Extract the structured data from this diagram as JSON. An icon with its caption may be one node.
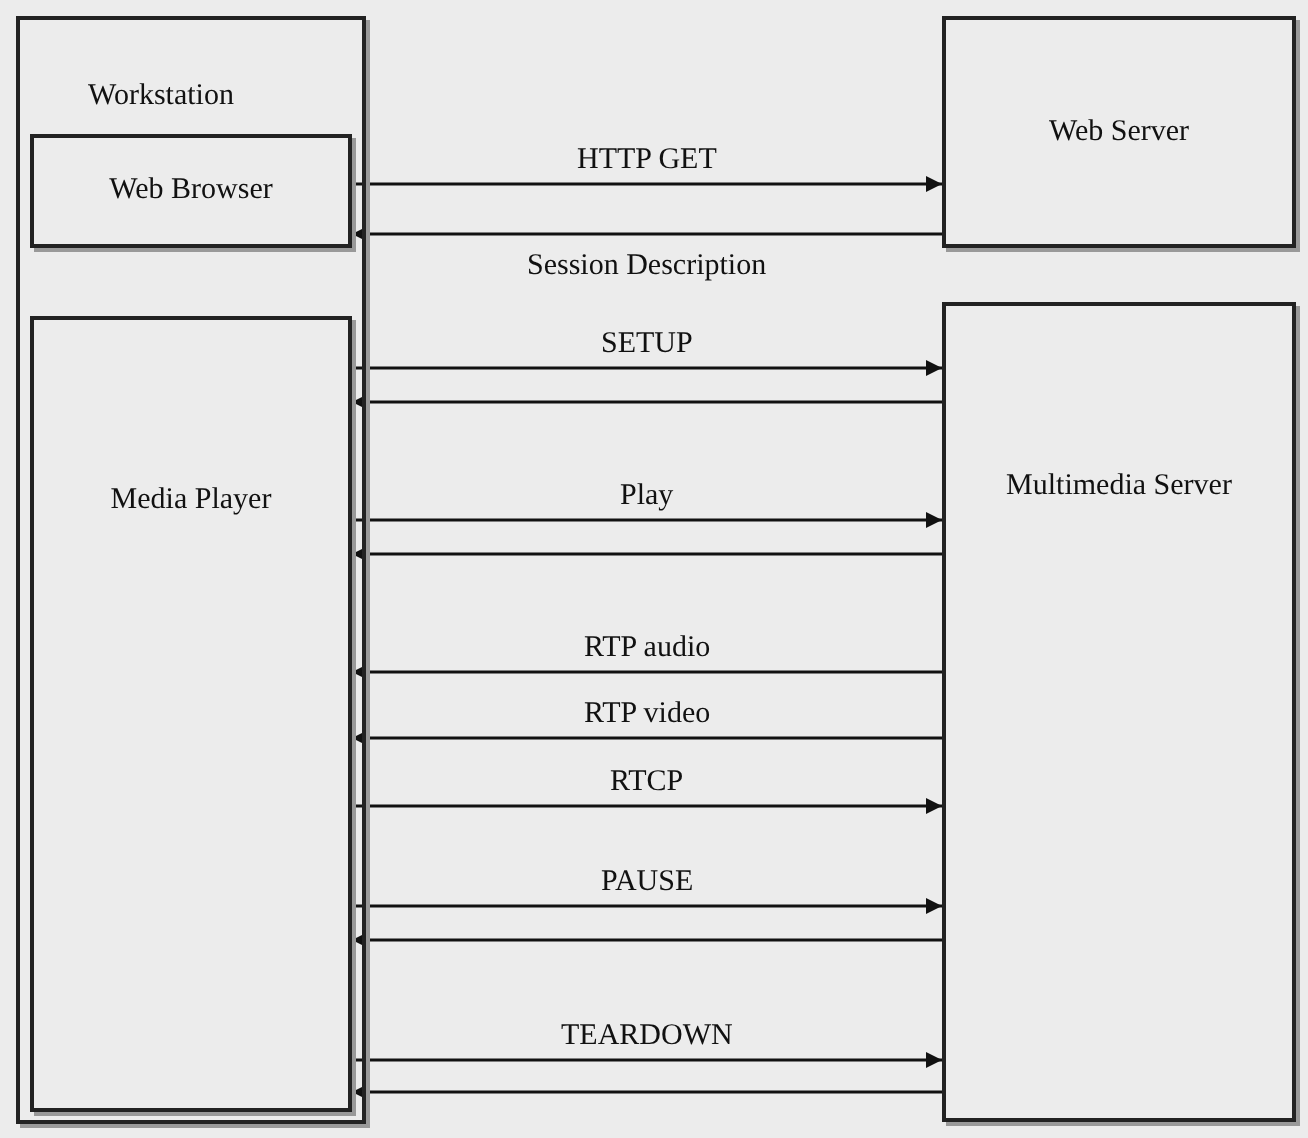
{
  "diagram": {
    "nodes": [
      {
        "text": [
          "Workstation"
        ]
      },
      {
        "text": [
          "Web Browser"
        ],
        "in": 0
      },
      {
        "text": [
          "Media Player"
        ],
        "in": 0
      },
      {
        "text": [
          "Web Server"
        ]
      },
      {
        "text": [
          "Multimedia Server"
        ]
      }
    ],
    "edges": [
      {
        "from": 1,
        "to": 3,
        "arrow": "to",
        "label": "HTTP GET"
      },
      {
        "from": 3,
        "to": 1,
        "arrow": "to",
        "label": "Session Description"
      },
      {
        "from": 2,
        "to": 4,
        "arrow": "to",
        "label": "SETUP"
      },
      {
        "from": 4,
        "to": 2,
        "arrow": "to"
      },
      {
        "from": 2,
        "to": 4,
        "arrow": "to",
        "label": "Play"
      },
      {
        "from": 4,
        "to": 2,
        "arrow": "to"
      },
      {
        "from": 4,
        "to": 2,
        "arrow": "to",
        "label": "RTP audio"
      },
      {
        "from": 4,
        "to": 2,
        "arrow": "to",
        "label": "RTP video"
      },
      {
        "from": 2,
        "to": 4,
        "arrow": "to",
        "label": "RTCP"
      },
      {
        "from": 2,
        "to": 4,
        "arrow": "to",
        "label": "PAUSE"
      },
      {
        "from": 4,
        "to": 2,
        "arrow": "to"
      },
      {
        "from": 2,
        "to": 4,
        "arrow": "to",
        "label": "TEARDOWN"
      },
      {
        "from": 4,
        "to": 2,
        "arrow": "to"
      }
    ]
  }
}
